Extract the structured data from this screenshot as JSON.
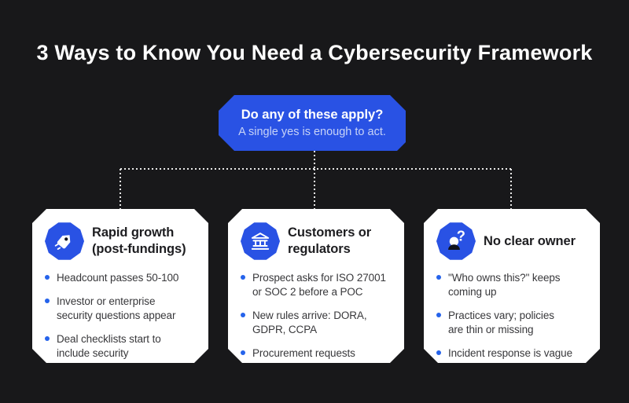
{
  "title": "3 Ways to Know You Need a Cybersecurity Framework",
  "prompt_box": {
    "heading": "Do any of these apply?",
    "subheading": "A single yes is enough to act."
  },
  "colors": {
    "background": "#18181a",
    "accent_blue": "#2952e4",
    "bullet_blue": "#2563eb",
    "card_background": "#ffffff",
    "title_text": "#ffffff",
    "subheading_text": "#c7d3f7",
    "card_text": "#38383b",
    "connector_dots": "#e8e8e8"
  },
  "icons": [
    "tag-icon",
    "bank-icon",
    "person-question-icon"
  ],
  "cards": [
    {
      "icon": "tag-icon",
      "title": "Rapid growth\n(post-fundings)",
      "bullets": [
        "Headcount passes 50-100",
        "Investor or enterprise\nsecurity questions appear",
        "Deal checklists start to\ninclude security"
      ]
    },
    {
      "icon": "bank-icon",
      "title": "Customers or\nregulators",
      "bullets": [
        "Prospect asks for ISO 27001\nor SOC 2 before a POC",
        "New rules arrive: DORA,\nGDPR, CCPA",
        "Procurement requests\ncontrols and evidence"
      ]
    },
    {
      "icon": "person-question-icon",
      "title": "No clear owner",
      "bullets": [
        "\"Who owns this?\" keeps\ncoming up",
        "Practices vary; policies\nare thin or missing",
        "Incident response is vague"
      ]
    }
  ]
}
